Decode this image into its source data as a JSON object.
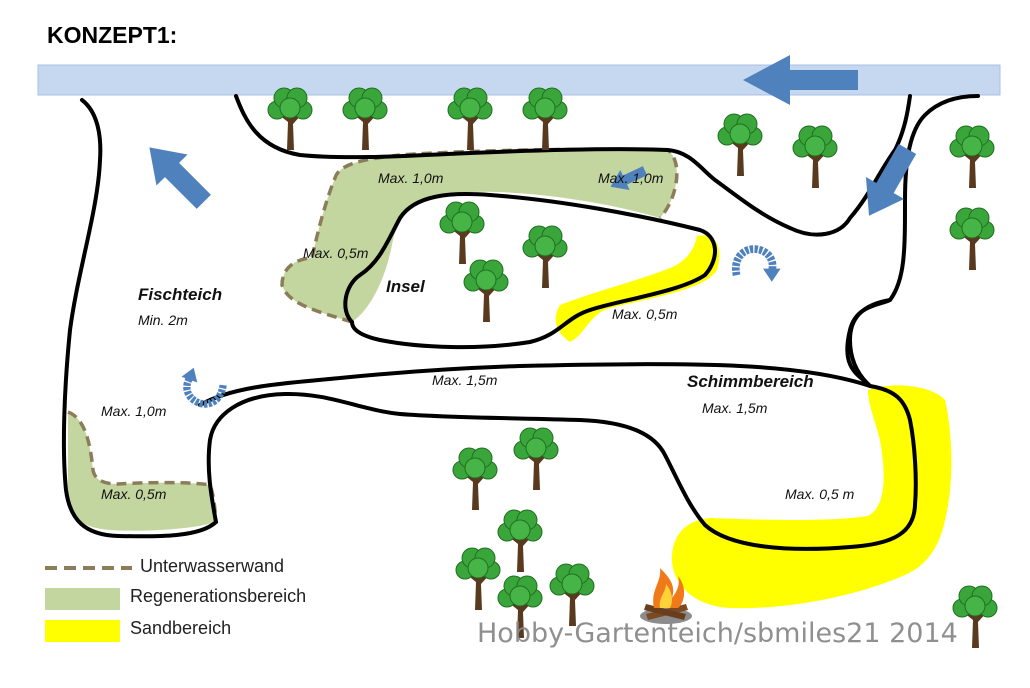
{
  "title": "KONZEPT1:",
  "zones": {
    "fischteich": "Fischteich",
    "fischteich_depth": "Min. 2m",
    "insel": "Insel",
    "schwimmbereich": "Schimmbereich"
  },
  "depths": {
    "d1": "Max. 1,0m",
    "d2": "Max. 1,0m",
    "d3": "Max. 0,5m",
    "d4": "Max. 0,5m",
    "d5": "Max. 1,5m",
    "d6": "Max. 1,5m",
    "d7": "Max. 1,0m",
    "d8": "Max. 0,5m",
    "d9": "Max. 0,5 m"
  },
  "legend": {
    "underwater_wall": "Unterwasserwand",
    "regeneration": "Regenerationsbereich",
    "sand": "Sandbereich"
  },
  "watermark": "Hobby-Gartenteich/sbmiles21 2014",
  "colors": {
    "stream": "#c6d8ef",
    "arrow": "#4f81bd",
    "regeneration": "#c4d6a0",
    "sand": "#ffff00",
    "wall": "#8b7d5a",
    "outline": "#000000",
    "tree_crown": "#3aa53a",
    "tree_trunk": "#5a3a1e"
  }
}
